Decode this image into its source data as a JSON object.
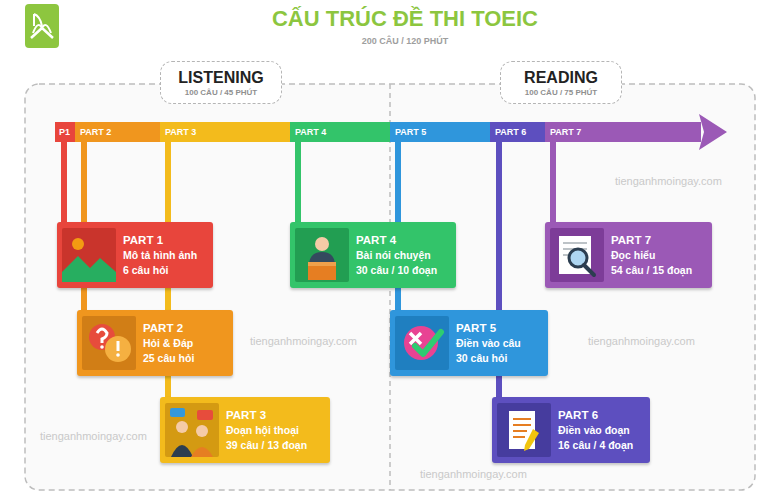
{
  "diagram": {
    "title": "CẤU TRÚC ĐỀ THI TOEIC",
    "nodes": [
      {
        "text": [
          "LISTENING",
          "100 CÂU / 45 PHÚT"
        ]
      },
      {
        "text": [
          "READING",
          "100 CÂU / 75 PHÚT"
        ]
      },
      {
        "text": [
          "P1"
        ]
      },
      {
        "text": [
          "PART 2"
        ]
      },
      {
        "text": [
          "PART 3"
        ]
      },
      {
        "text": [
          "PART 4"
        ]
      },
      {
        "text": [
          "PART 5"
        ]
      },
      {
        "text": [
          "PART 6"
        ]
      },
      {
        "text": [
          "PART 7"
        ]
      },
      {
        "text": [
          "PART 1",
          "Mô tả hình ảnh",
          "6 câu hỏi"
        ]
      },
      {
        "text": [
          "PART 2",
          "Hỏi & Đáp",
          "25 câu hỏi"
        ]
      },
      {
        "text": [
          "PART 3",
          "Đoạn hội thoại",
          "39 câu / 13 đoạn"
        ]
      },
      {
        "text": [
          "PART 4",
          "Bài nói chuyện",
          "30 câu / 10 đoạn"
        ]
      },
      {
        "text": [
          "PART 5",
          "Điền vào câu",
          "30 câu hỏi"
        ]
      },
      {
        "text": [
          "PART 6",
          "Điền vào đoạn",
          "16 câu / 4 đoạn"
        ]
      },
      {
        "text": [
          "PART 7",
          "Đọc hiểu",
          "54 câu / 15 đoạn"
        ]
      }
    ],
    "edges": [
      {
        "from": 2,
        "to": 9,
        "arrow": "none"
      },
      {
        "from": 3,
        "to": 10,
        "arrow": "none"
      },
      {
        "from": 4,
        "to": 11,
        "arrow": "none"
      },
      {
        "from": 5,
        "to": 12,
        "arrow": "none"
      },
      {
        "from": 6,
        "to": 13,
        "arrow": "none"
      },
      {
        "from": 7,
        "to": 14,
        "arrow": "none"
      },
      {
        "from": 8,
        "to": 15,
        "arrow": "none"
      }
    ],
    "labels": [
      "200 CÂU / 120 PHÚT",
      "tienganhmoingay.com",
      "tienganhmoingay.com",
      "tienganhmoingay.com",
      "tienganhmoingay.com",
      "tienganhmoingay.com"
    ]
  }
}
